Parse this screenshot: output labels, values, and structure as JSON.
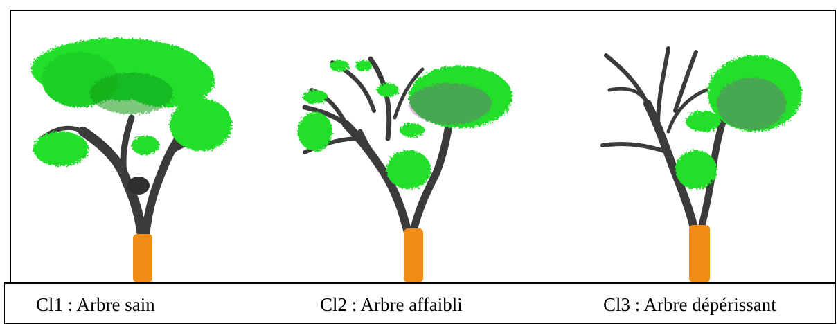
{
  "captions": [
    {
      "code": "Cl1",
      "label": "Cl1 : Arbre sain"
    },
    {
      "code": "Cl2",
      "label": "Cl2 : Arbre affaibli"
    },
    {
      "code": "Cl3",
      "label": "Cl3 : Arbre dépérissant"
    }
  ],
  "colors": {
    "foliage": "#22e02a",
    "foliage_dark": "#119a1a",
    "foliage_purple": "#8a3f9a",
    "branch": "#3b3b3b",
    "trunk_band": "#f08c14"
  }
}
